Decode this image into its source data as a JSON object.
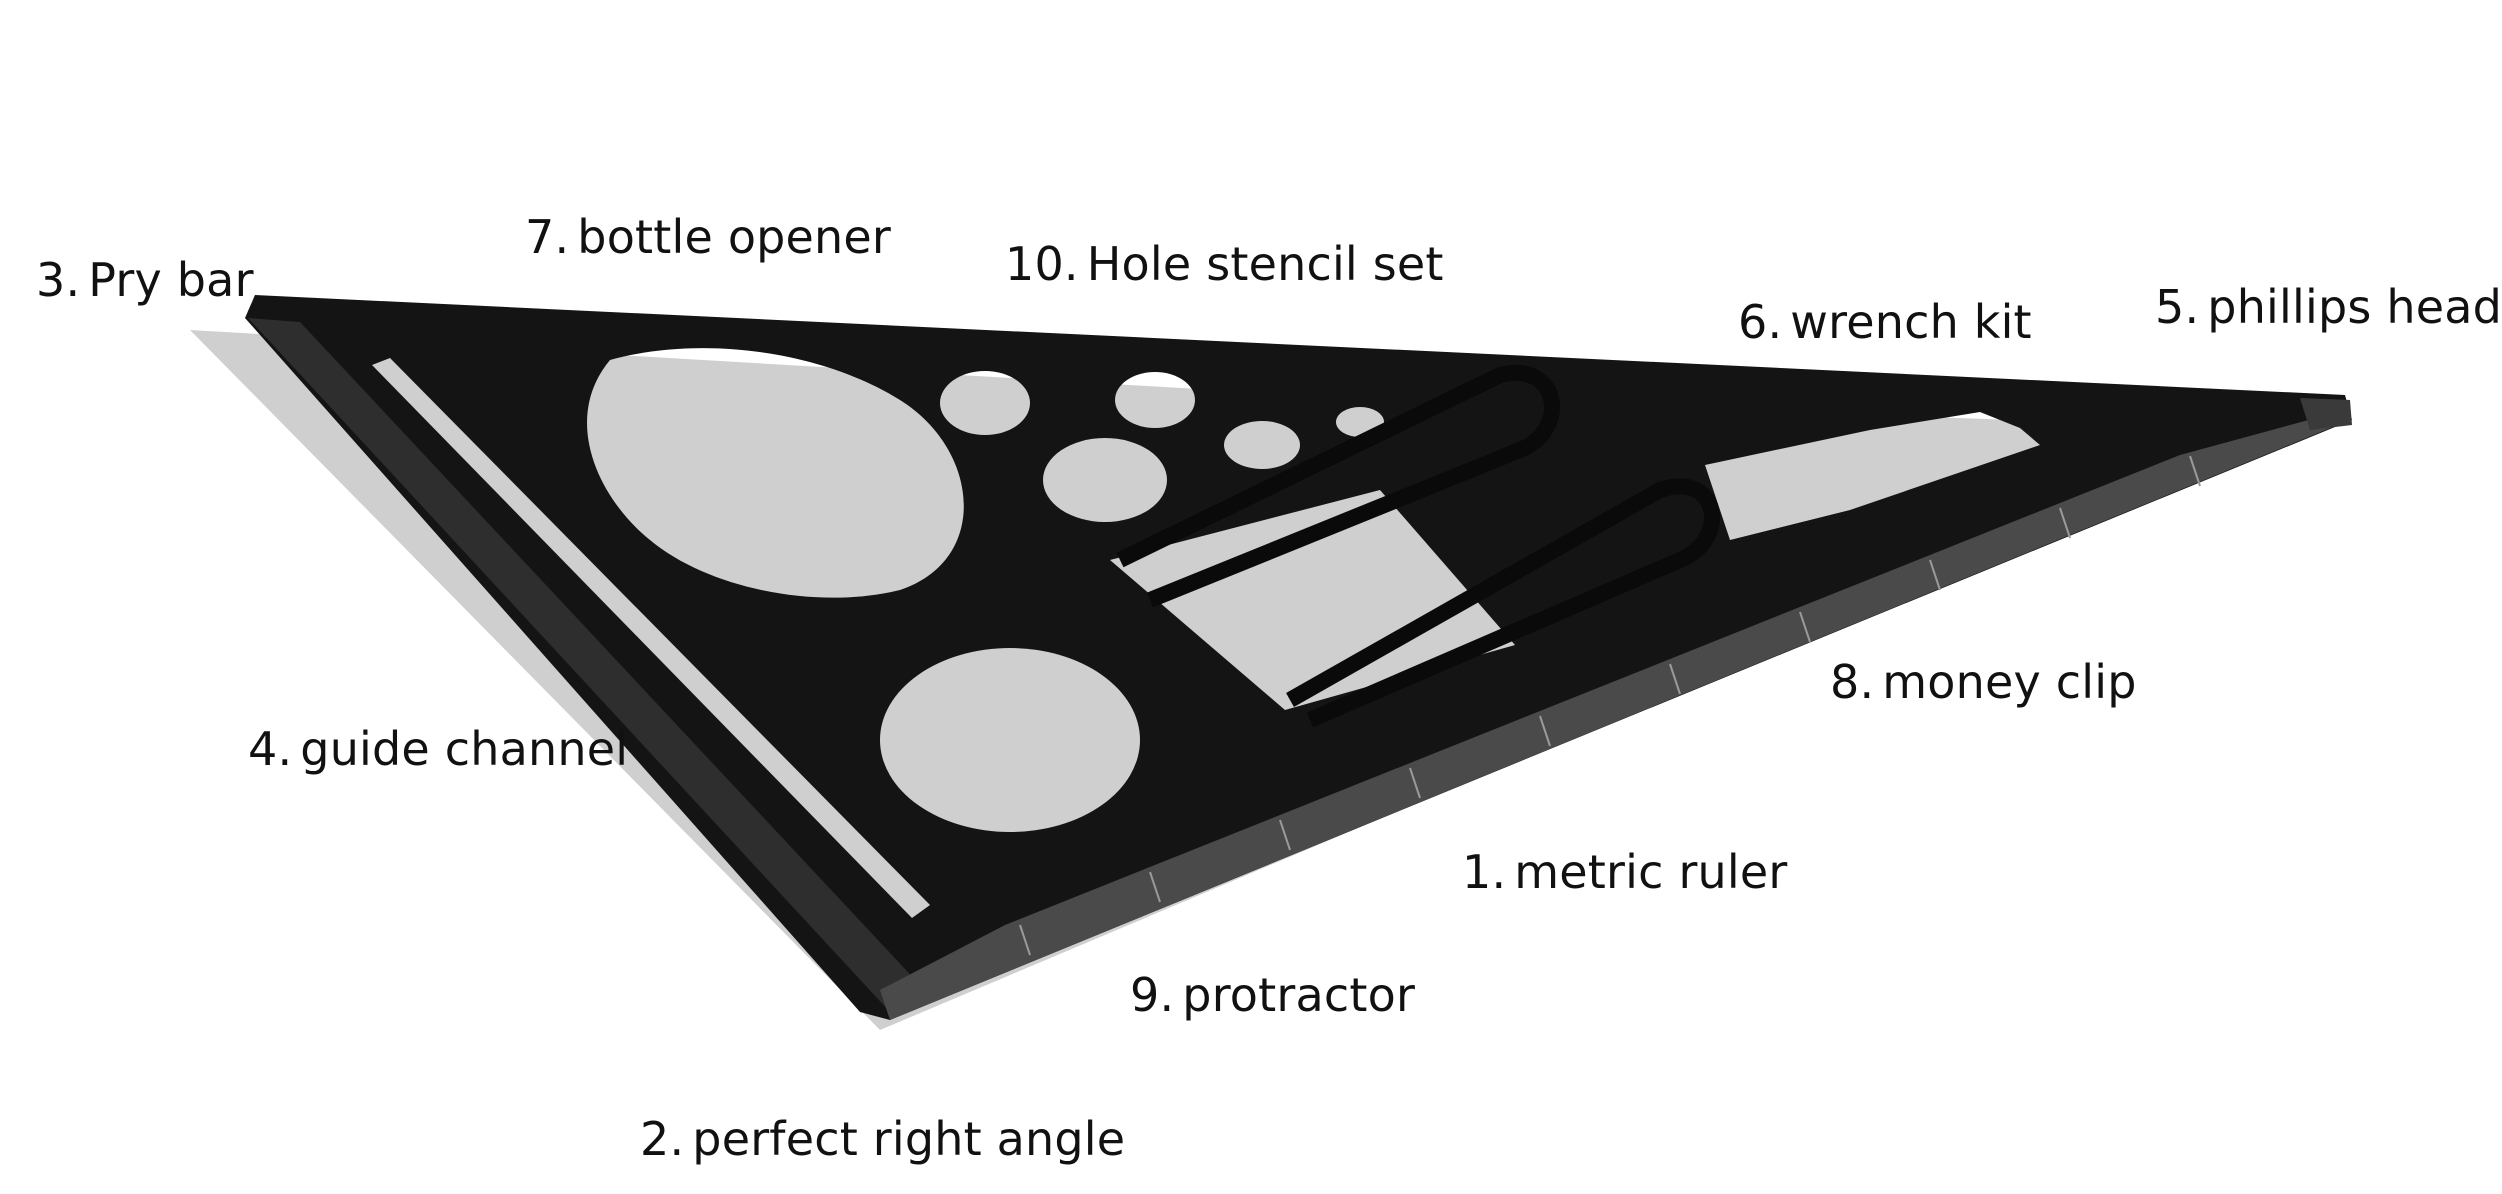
{
  "callouts": [
    {
      "number": "1.",
      "label": "metric ruler"
    },
    {
      "number": "2.",
      "label": "perfect right angle"
    },
    {
      "number": "3.",
      "label": "Pry bar"
    },
    {
      "number": "4.",
      "label": "guide channel"
    },
    {
      "number": "5.",
      "label": "phillips head"
    },
    {
      "number": "6.",
      "label": "wrench kit"
    },
    {
      "number": "7.",
      "label": "bottle opener"
    },
    {
      "number": "8.",
      "label": "money clip"
    },
    {
      "number": "9.",
      "label": "protractor"
    },
    {
      "number": "10.",
      "label": "Hole stencil set"
    }
  ],
  "colors": {
    "tool_body": "#141414",
    "tool_edge": "#2e2e2e",
    "ruler_strip": "#5a5a5a",
    "shadow": "#cfcfcf",
    "text": "#111111"
  }
}
